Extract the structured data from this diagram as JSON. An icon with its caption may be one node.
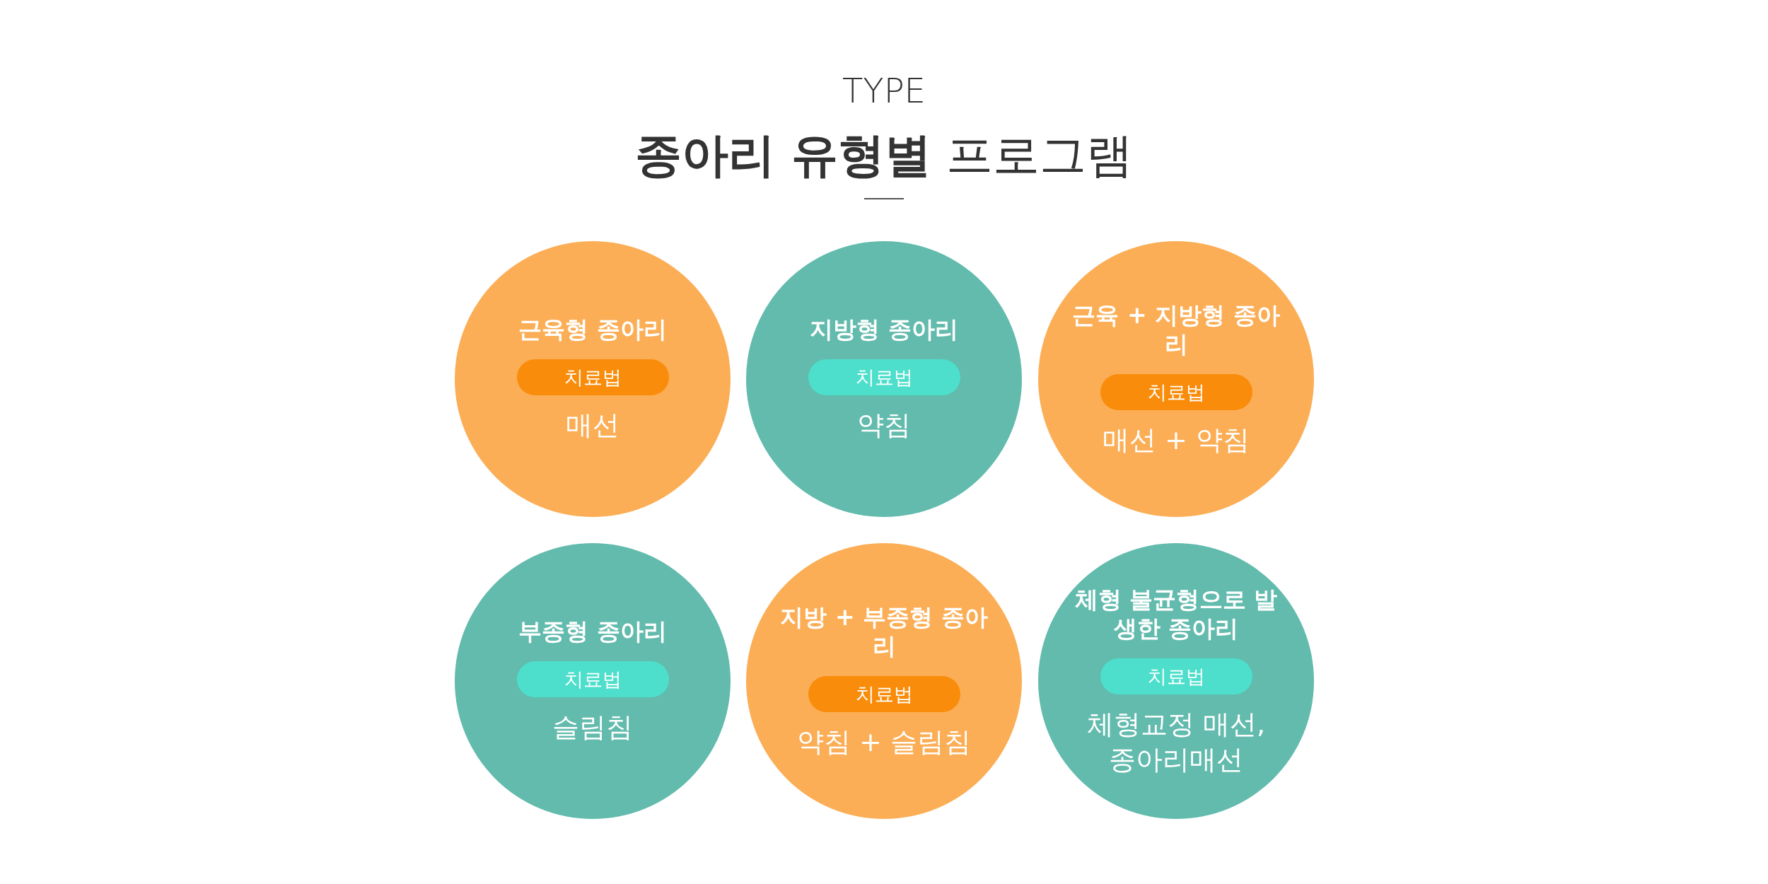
{
  "diagram": {
    "title": "**종아리 유형별** 프로그램",
    "nodes": [
      {
        "text": [
          "근육형 종아리",
          "매선"
        ]
      },
      {
        "text": [
          "치료법"
        ],
        "in": 0
      },
      {
        "text": [
          "지방형 종아리",
          "약침"
        ]
      },
      {
        "text": [
          "치료법"
        ],
        "in": 2
      },
      {
        "text": [
          "근육 + 지방형 종아리",
          "매선 + 약침"
        ]
      },
      {
        "text": [
          "치료법"
        ],
        "in": 4
      },
      {
        "text": [
          "부종형 종아리",
          "슬림침"
        ]
      },
      {
        "text": [
          "치료법"
        ],
        "in": 6
      },
      {
        "text": [
          "지방 + 부종형 종아리",
          "약침 + 슬림침"
        ]
      },
      {
        "text": [
          "치료법"
        ],
        "in": 8
      },
      {
        "text": [
          "체형 불균형으로 발생한 종아리",
          "체형교정 매선, 종아리매선"
        ]
      },
      {
        "text": [
          "치료법"
        ],
        "in": 10
      }
    ],
    "edges": [],
    "labels": [
      "TYPE"
    ]
  }
}
